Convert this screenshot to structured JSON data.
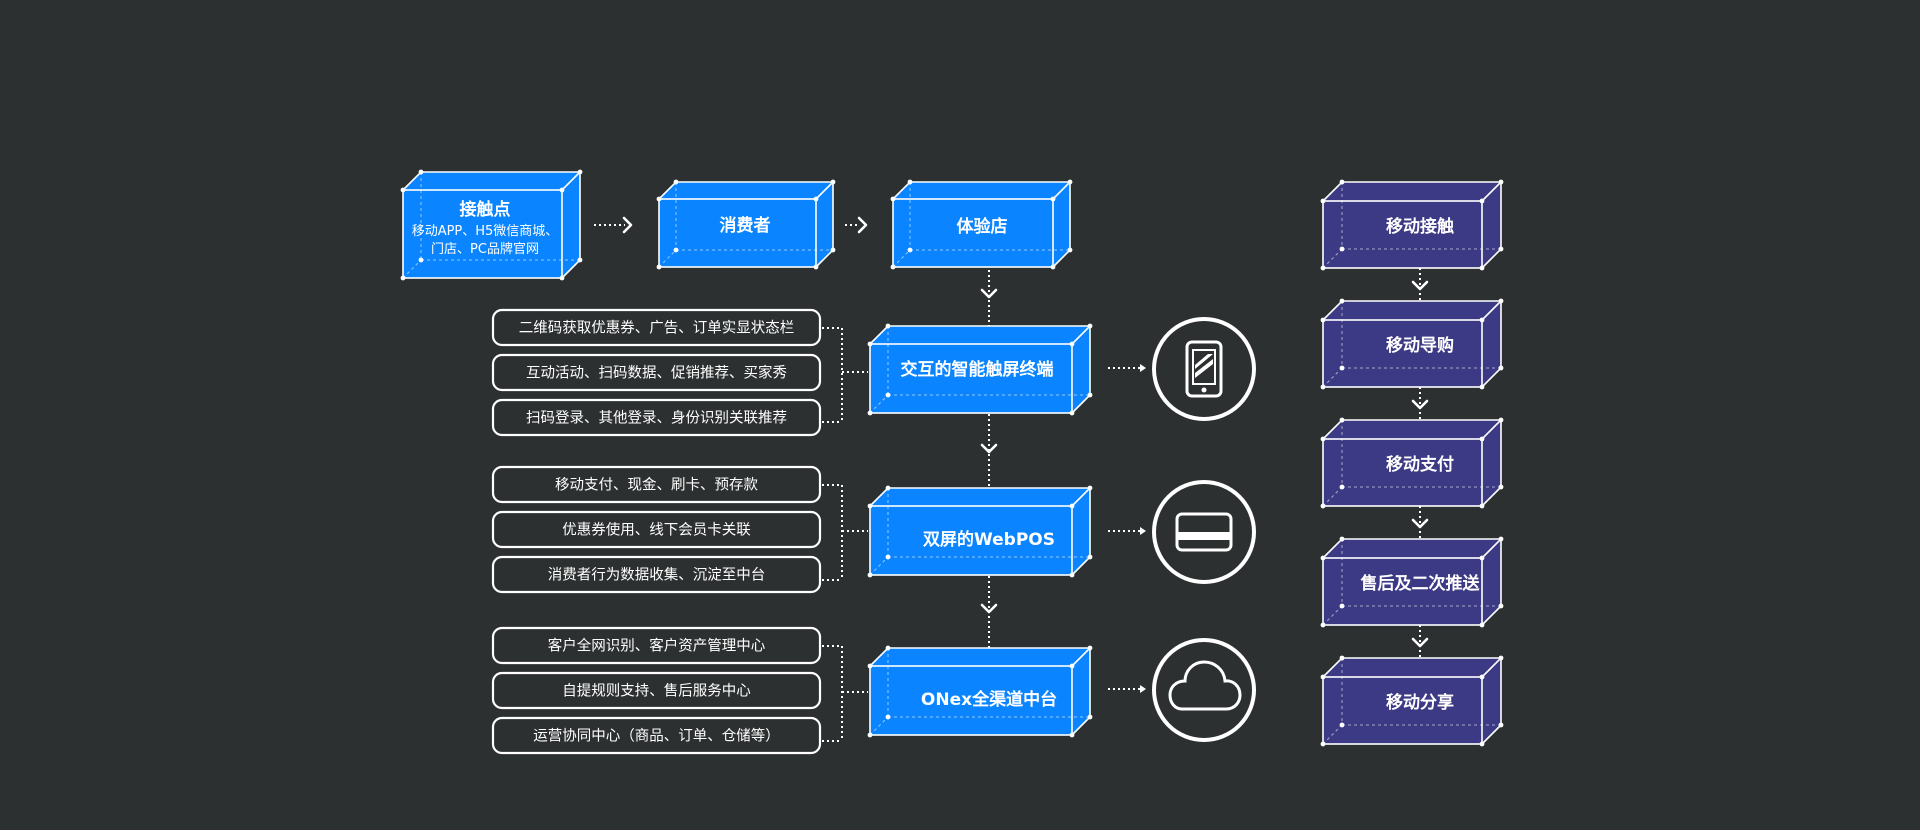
{
  "flow": {
    "touchpoint": {
      "title": "接触点",
      "line1": "移动APP、H5微信商城、",
      "line2": "门店、PC品牌官网"
    },
    "consumer": "消费者",
    "store": "体验店",
    "touch_terminal": "交互的智能触屏终端",
    "webpos": "双屏的WebPOS",
    "middle_platform": "ONex全渠道中台"
  },
  "features": {
    "terminal": [
      "二维码获取优惠券、广告、订单实显状态栏",
      "互动活动、扫码数据、促销推荐、买家秀",
      "扫码登录、其他登录、身份识别关联推荐"
    ],
    "webpos": [
      "移动支付、现金、刷卡、预存款",
      "优惠券使用、线下会员卡关联",
      "消费者行为数据收集、沉淀至中台"
    ],
    "platform": [
      "客户全网识别、客户资产管理中心",
      "自提规则支持、售后服务中心",
      "运营协同中心（商品、订单、仓储等）"
    ]
  },
  "mobile_flow": [
    "移动接触",
    "移动导购",
    "移动支付",
    "售后及二次推送",
    "移动分享"
  ],
  "icons": [
    "tablet-icon",
    "card-icon",
    "cloud-icon"
  ],
  "colors": {
    "background": "#2d3031",
    "blue_box": "#0a84ff",
    "purple_box": "#3d3a85",
    "line": "#ffffff"
  }
}
